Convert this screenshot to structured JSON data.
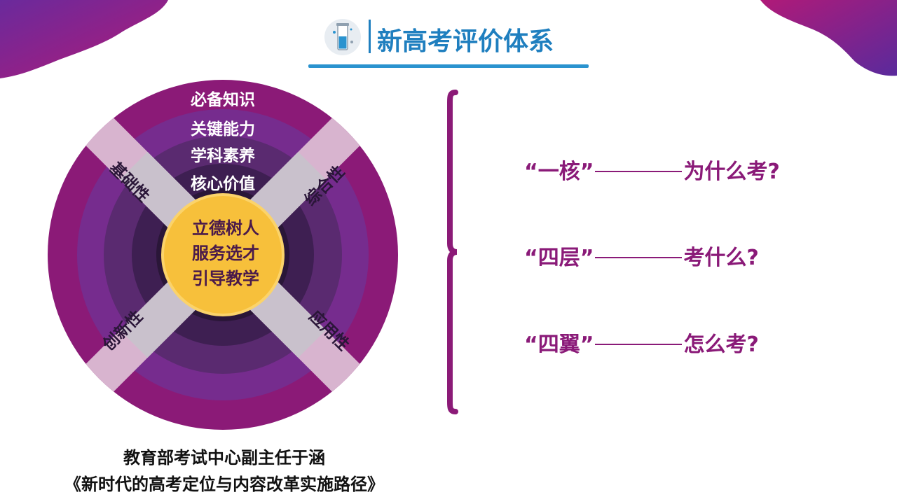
{
  "header": {
    "title": "新高考评价体系",
    "icon": "flask-icon"
  },
  "diagram": {
    "center_lines": [
      "立德树人",
      "服务选才",
      "引导教学"
    ],
    "layers": [
      "必备知识",
      "关键能力",
      "学科素养",
      "核心价值"
    ],
    "wings": {
      "top_left": "基础性",
      "top_right": "综合性",
      "bottom_left": "创新性",
      "bottom_right": "应用性"
    },
    "colors": {
      "layer_outer": "#8b1a77",
      "layer_2": "#762c8e",
      "layer_3": "#5a2a70",
      "layer_4": "#3e1f52",
      "layer_inner": "#2a1638",
      "center": "#f7c03b",
      "wing_outer": "#d8b4cf",
      "wing_inner": "#c9c1cc"
    }
  },
  "questions": [
    {
      "term": "“一核”",
      "question": "为什么考?"
    },
    {
      "term": "“四层”",
      "question": "考什么?"
    },
    {
      "term": "“四翼”",
      "question": "怎么考?"
    }
  ],
  "source": {
    "line1": "教育部考试中心副主任于涵",
    "line2": "《新时代的高考定位与内容改革实施路径》"
  }
}
